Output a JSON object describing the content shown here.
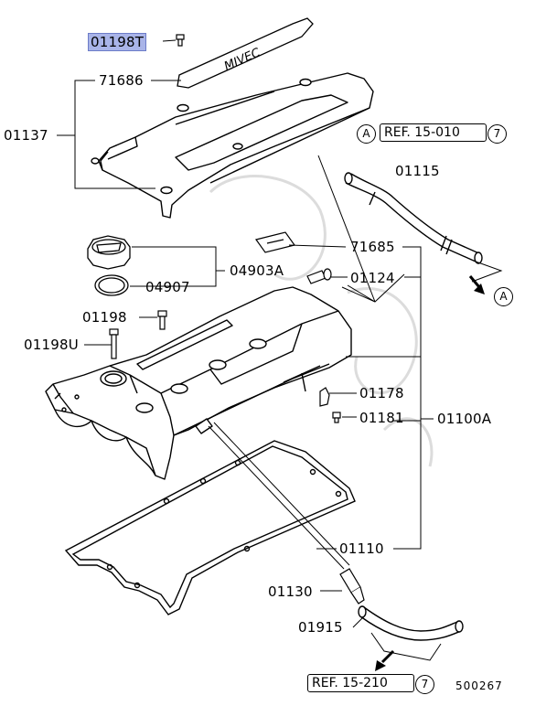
{
  "labels": {
    "p01198T": "01198T",
    "p71686": "71686",
    "p01137": "01137",
    "p01115": "01115",
    "p71685": "71685",
    "p04903A": "04903A",
    "p01124": "01124",
    "p04907": "04907",
    "p01198": "01198",
    "p01198U": "01198U",
    "p01178": "01178",
    "p01181": "01181",
    "p01100A": "01100A",
    "p01110": "01110",
    "p01130": "01130",
    "p01915": "01915"
  },
  "refs": {
    "top": {
      "text": "REF. 15-010",
      "circle": "7",
      "marker": "A"
    },
    "bottom": {
      "text": "REF. 15-210",
      "circle": "7"
    }
  },
  "arrow_marker": "A",
  "diagram_code": "500267",
  "colors": {
    "highlight": "#a9b4e8",
    "line": "#000000",
    "watermark": "#d8d8d8"
  }
}
